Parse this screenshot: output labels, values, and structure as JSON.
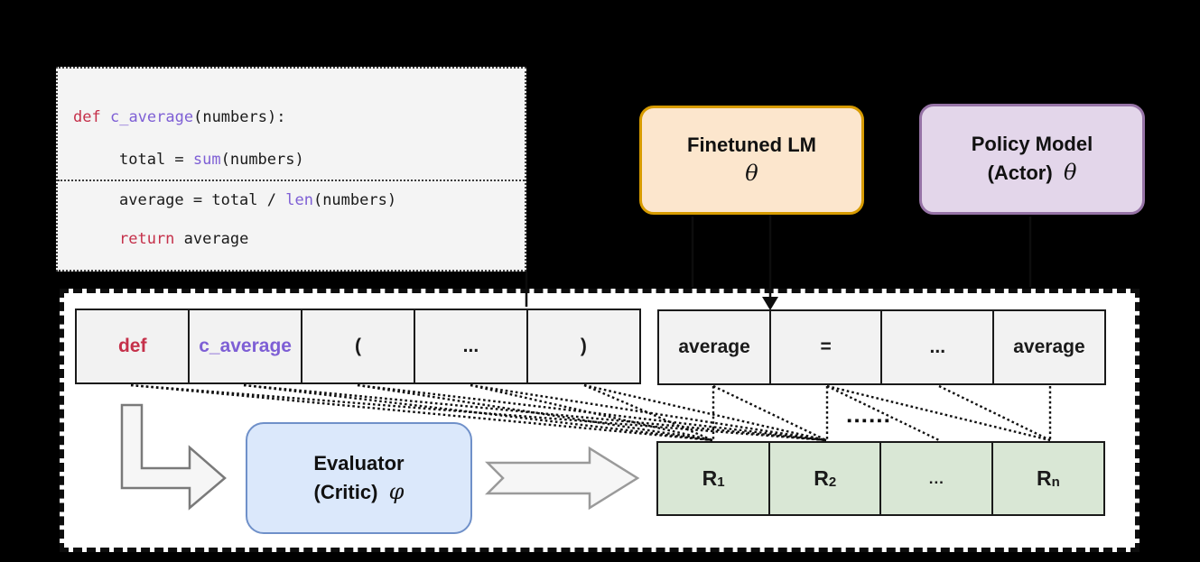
{
  "colors": {
    "kw_red": "#c5304a",
    "fn_purple": "#7e5fd5",
    "text_dark": "#1a1a1a",
    "token_bg": "#f2f2f2",
    "reward_bg": "#d9e7d5",
    "evaluator_bg": "#dbe8fb",
    "evaluator_border": "#6f90c9",
    "finetuned_bg": "#fce6cd",
    "finetuned_border": "#d79b00",
    "policy_bg": "#e3d6ea",
    "policy_border": "#9673a6",
    "container_bg": "#ffffff",
    "code_bg": "#f4f4f4"
  },
  "code_block": {
    "lines": [
      {
        "indent": 0,
        "tokens": [
          {
            "t": "def",
            "c": "kw_red"
          },
          {
            "t": " "
          },
          {
            "t": "c_average",
            "c": "fn_purple"
          },
          {
            "t": "(numbers):"
          }
        ]
      },
      {
        "indent": 1,
        "tokens": [
          {
            "t": "total = "
          },
          {
            "t": "sum",
            "c": "fn_purple"
          },
          {
            "t": "(numbers)"
          }
        ]
      },
      {
        "indent": 1,
        "tokens": [
          {
            "t": "average = total / "
          },
          {
            "t": "len",
            "c": "fn_purple"
          },
          {
            "t": "(numbers)"
          }
        ]
      },
      {
        "indent": 1,
        "tokens": [
          {
            "t": "return",
            "c": "kw_red"
          },
          {
            "t": " average"
          }
        ]
      }
    ]
  },
  "models": {
    "finetuned": {
      "title": "Finetuned LM",
      "param": "θ"
    },
    "policy": {
      "line1": "Policy Model",
      "line2": "(Actor)",
      "param": "θ"
    }
  },
  "evaluator": {
    "line1": "Evaluator",
    "line2": "(Critic)",
    "param": "φ"
  },
  "tokens": {
    "prompt": [
      {
        "text": "def",
        "color": "kw_red"
      },
      {
        "text": "c_average",
        "color": "fn_purple"
      },
      {
        "text": "("
      },
      {
        "text": "..."
      },
      {
        "text": ")"
      }
    ],
    "generated": [
      {
        "text": "average"
      },
      {
        "text": "="
      },
      {
        "text": "..."
      },
      {
        "text": "average"
      }
    ]
  },
  "rewards": [
    {
      "base": "R",
      "sub": "1"
    },
    {
      "base": "R",
      "sub": "2"
    },
    {
      "base": "...",
      "sub": ""
    },
    {
      "base": "R",
      "sub": "n"
    }
  ],
  "ellipsis": {
    "dots": "▪▪▪▪▪▪"
  }
}
